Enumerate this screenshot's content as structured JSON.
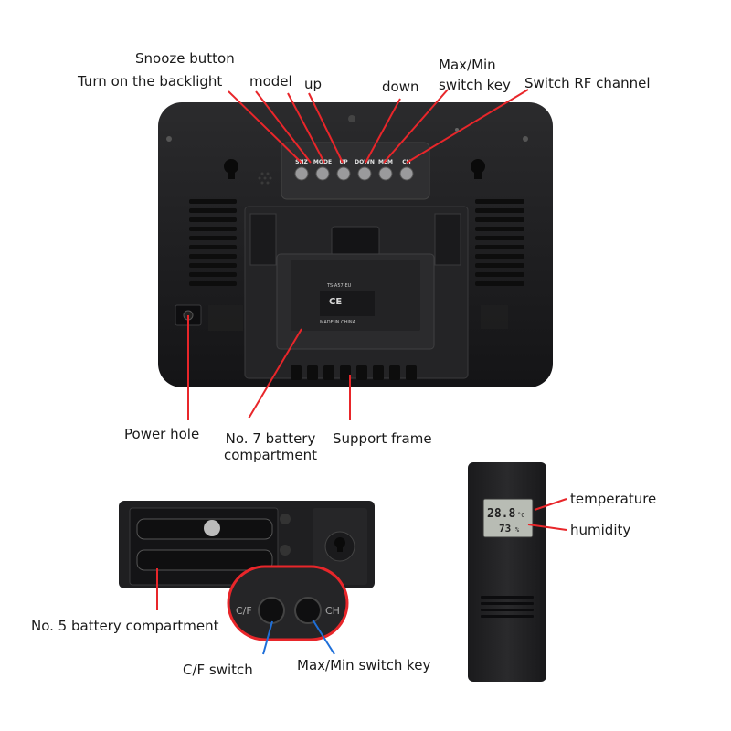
{
  "callouts": {
    "snooze": "Snooze button",
    "backlight": "Turn on the backlight",
    "model": "model",
    "up": "up",
    "down": "down",
    "maxmin_line1": "Max/Min",
    "maxmin_line2": "switch key",
    "rf": "Switch RF channel",
    "power": "Power hole",
    "no7_line1": "No. 7 battery",
    "no7_line2": "compartment",
    "support": "Support frame",
    "temperature": "temperature",
    "humidity": "humidity",
    "no5": "No. 5 battery compartment",
    "cf": "C/F switch",
    "maxmin_sensor": "Max/Min switch key"
  },
  "device_buttons": [
    "SNZ",
    "MODE",
    "UP",
    "DOWN",
    "MEM",
    "CH"
  ],
  "device_printing": {
    "model_code": "TS-A57-EU",
    "ce_mark": "CE",
    "made_in": "MADE IN CHINA"
  },
  "sensor_lcd": {
    "temperature": "28.8",
    "temperature_unit": "°C",
    "humidity": "73",
    "humidity_unit": "%"
  },
  "sensor_buttons": {
    "left": "C/F",
    "right": "CH"
  },
  "colors": {
    "callout_line": "#e8262a",
    "sensor_callout_line": "#1e6fd9",
    "device_body": "#1c1c1e",
    "panel": "#2a2a2c"
  }
}
